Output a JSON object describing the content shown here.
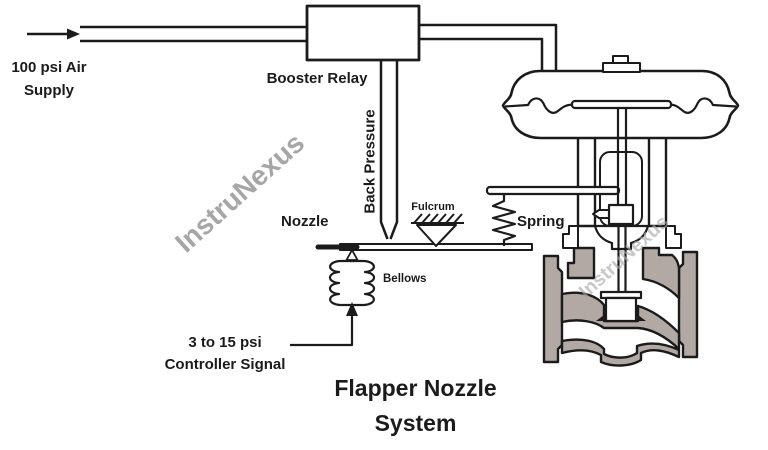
{
  "title": {
    "line1": "Flapper Nozzle",
    "line2": "System"
  },
  "labels": {
    "air_supply_l1": "100 psi Air",
    "air_supply_l2": "Supply",
    "booster_relay": "Booster Relay",
    "back_pressure": "Back Pressure",
    "nozzle": "Nozzle",
    "fulcrum": "Fulcrum",
    "spring": "Spring",
    "bellows": "Bellows",
    "signal_l1": "3 to 15 psi",
    "signal_l2": "Controller Signal"
  },
  "watermark": {
    "text": "InstruNexus"
  },
  "colors": {
    "line": "#1b1b1b",
    "valve_body_fill": "#b3a9a4",
    "watermark": "#a6a6a6",
    "background": "#ffffff"
  }
}
